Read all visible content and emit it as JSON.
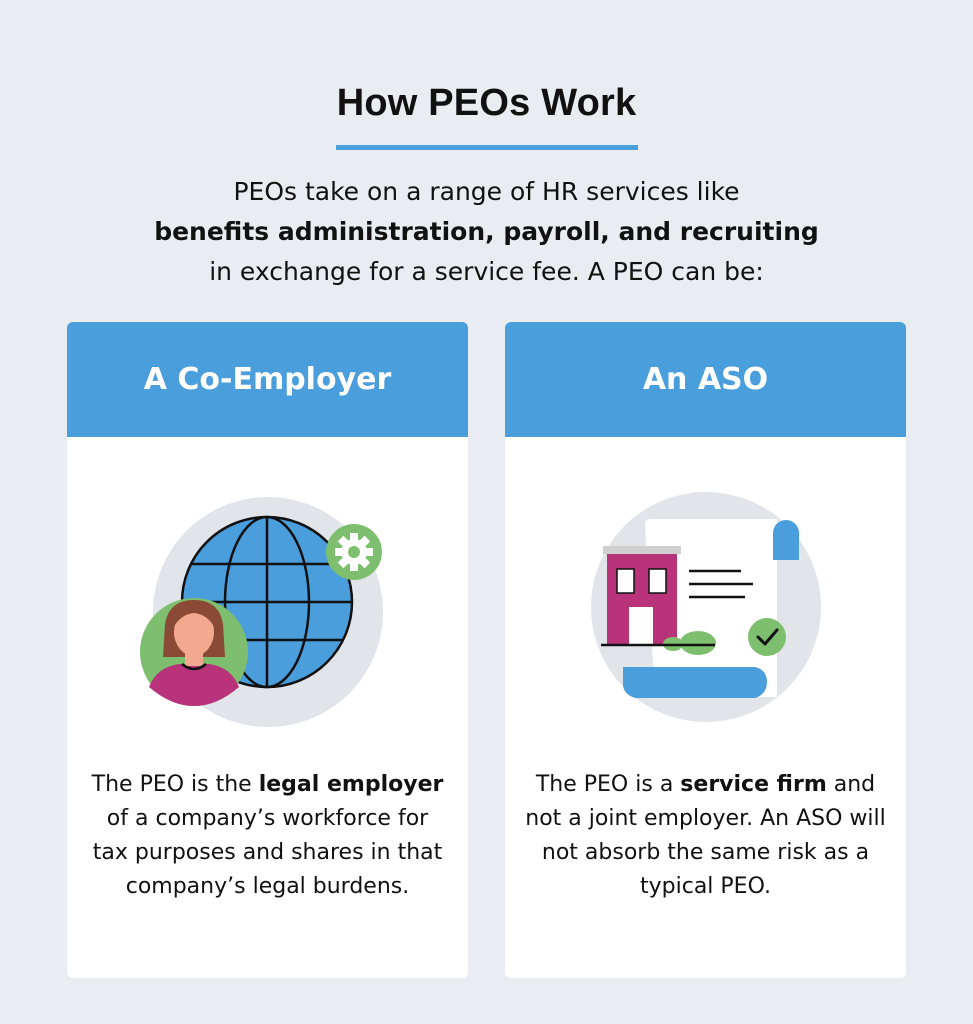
{
  "title": "How PEOs Work",
  "intro": {
    "line1": "PEOs take on a range of HR services like",
    "line2_bold": "benefits administration, payroll, and recruiting",
    "line3": "in exchange for a service fee. A PEO can be:"
  },
  "cards": [
    {
      "heading": "A Co-Employer",
      "icon": "globe-with-person-and-gear",
      "text_before": "The PEO is the ",
      "text_bold": "legal employer",
      "text_after": " of a company’s workforce for tax purposes and shares in that company’s legal burdens."
    },
    {
      "heading": "An ASO",
      "icon": "document-with-building-and-check",
      "text_before": "The PEO is a ",
      "text_bold": "service firm",
      "text_after": " and not a joint employer. An ASO will not absorb the same risk as a typical PEO."
    }
  ],
  "colors": {
    "background": "#e9edf1",
    "accent_blue": "#4a9edc",
    "green": "#7dbf6e",
    "magenta": "#b8337a",
    "icon_circle": "#e1e5ea"
  }
}
